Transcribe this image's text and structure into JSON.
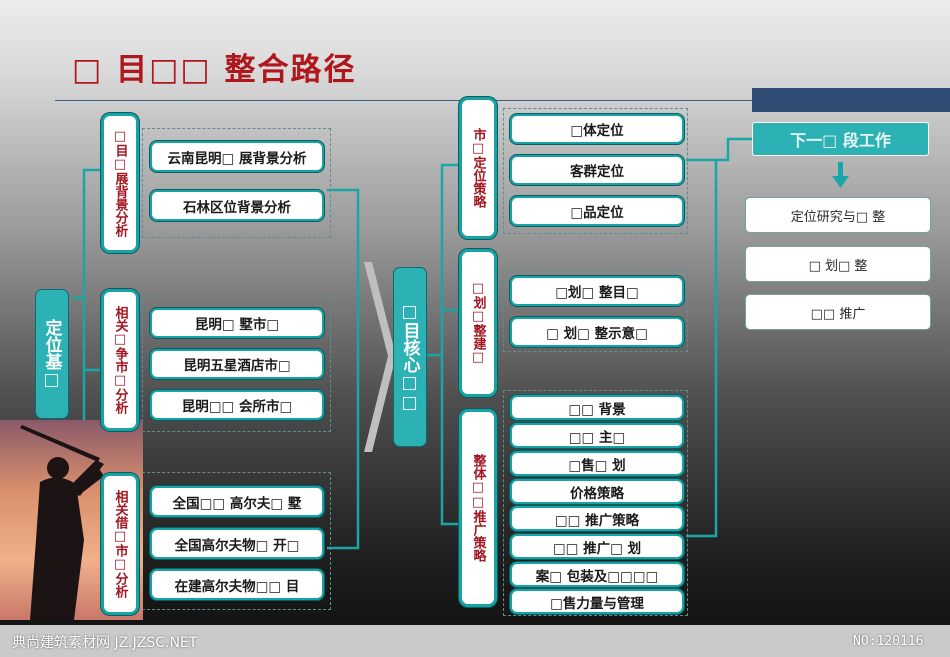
{
  "title": "□ 目□□ 整合路径",
  "next_step": {
    "header": "下一□ 段工作",
    "items": [
      "定位研究与□ 整",
      "□ 划□ 整",
      "□□ 推广"
    ]
  },
  "root": "定位基□",
  "left_groups": [
    {
      "label": "□目□展背景分析",
      "items": [
        "云南昆明□ 展背景分析",
        "石林区位背景分析"
      ]
    },
    {
      "label": "相关□争市□分析",
      "items": [
        "昆明□ 墅市□",
        "昆明五星酒店市□",
        "昆明□□ 会所市□"
      ]
    },
    {
      "label": "相关借□市□分析",
      "items": [
        "全国□□ 高尔夫□ 墅",
        "全国高尔夫物□ 开□",
        "在建高尔夫物□□ 目"
      ]
    }
  ],
  "center": "□目核心□□",
  "right_groups": [
    {
      "label": "市□定位策略",
      "items": [
        "□体定位",
        "客群定位",
        "□品定位"
      ]
    },
    {
      "label": "□划□整建□",
      "items": [
        "□划□ 整目□",
        "□ 划□ 整示意□"
      ]
    },
    {
      "label": "整体□□推广策略",
      "items": [
        "□□ 背景",
        "□□ 主□",
        "□售□ 划",
        "价格策略",
        "□□ 推广策略",
        "□□ 推广□ 划",
        "案□ 包装及□□□□",
        "□售力量与管理"
      ]
    }
  ],
  "footer": {
    "left": "典尚建筑素材网 JZ.JZSC.NET",
    "right": "NO:120116"
  }
}
